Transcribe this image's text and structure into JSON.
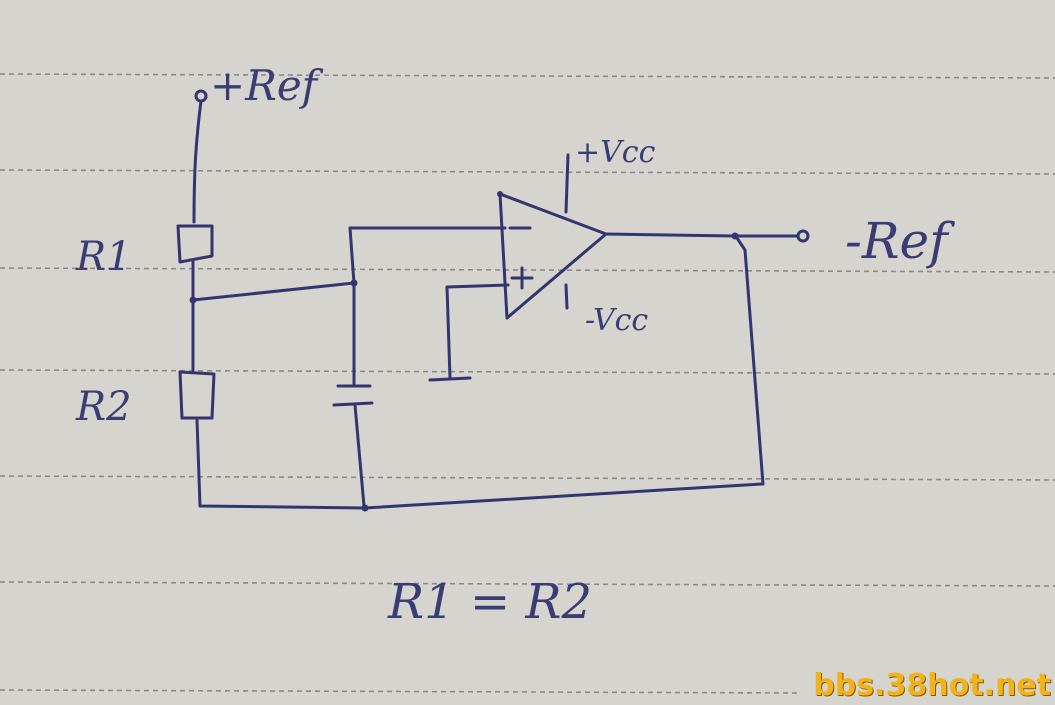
{
  "labels": {
    "plus_ref": "+Ref",
    "minus_ref": "-Ref",
    "plus_vcc": "+Vcc",
    "minus_vcc": "-Vcc",
    "r1": "R1",
    "r2": "R2",
    "opamp_minus": "-",
    "opamp_plus": "+",
    "equation": "R1 = R2"
  },
  "watermark": "bbs.38hot.net",
  "colors": {
    "ink": "#33366e",
    "paper": "#d6d4cf",
    "watermark": "#f2b21a"
  }
}
